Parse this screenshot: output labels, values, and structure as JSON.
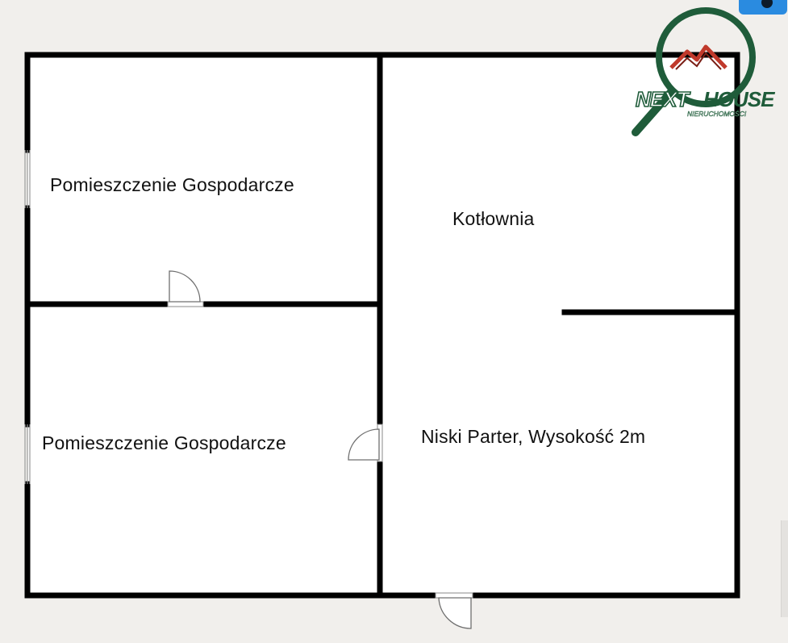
{
  "plan": {
    "rooms": [
      {
        "id": "storage-upper",
        "label": "Pomieszczenie Gospodarcze"
      },
      {
        "id": "storage-lower",
        "label": "Pomieszczenie Gospodarcze"
      },
      {
        "id": "boiler-room",
        "label": "Kotłownia"
      },
      {
        "id": "low-ground-floor",
        "label": "Niski Parter, Wysokość 2m"
      }
    ]
  },
  "logo": {
    "brand": "NEXTHOUSE",
    "tagline": "NIERUCHOMOŚCI",
    "colors": {
      "ring": "#1f5c3a",
      "roof": "#c0392b",
      "text": "#1f5c3a"
    }
  },
  "colors": {
    "wall": "#000000",
    "background": "#f1efec",
    "widget": "#2a8be0"
  }
}
